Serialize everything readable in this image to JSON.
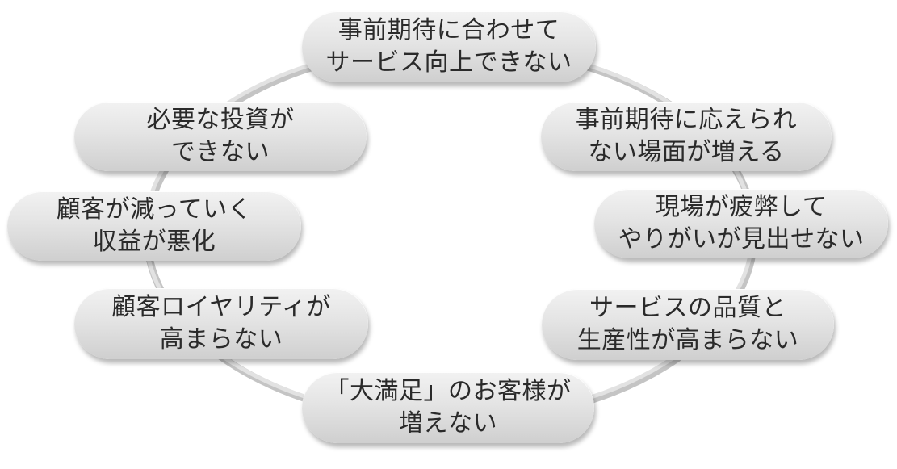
{
  "diagram": {
    "nodes": [
      {
        "line1": "事前期待に合わせて",
        "line2": "サービス向上できない"
      },
      {
        "line1": "事前期待に応えられ",
        "line2": "ない場面が増える"
      },
      {
        "line1": "現場が疲弊して",
        "line2": "やりがいが見出せない"
      },
      {
        "line1": "サービスの品質と",
        "line2": "生産性が高まらない"
      },
      {
        "line1": "「大満足」のお客様が",
        "line2": "増えない"
      },
      {
        "line1": "顧客ロイヤリティが",
        "line2": "高まらない"
      },
      {
        "line1": "顧客が減っていく",
        "line2": "収益が悪化"
      },
      {
        "line1": "必要な投資が",
        "line2": "できない"
      }
    ]
  }
}
